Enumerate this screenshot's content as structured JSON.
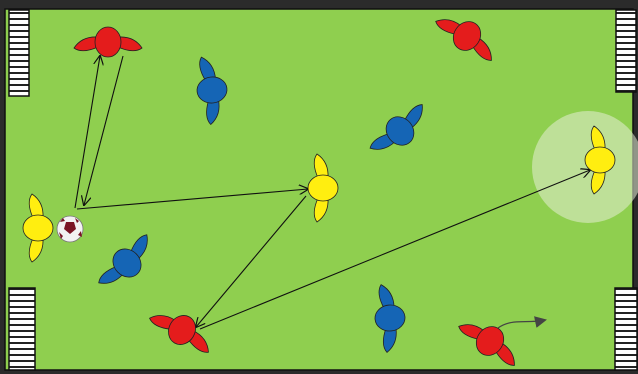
{
  "scene": {
    "field_color": "#8fcf4f",
    "frame_color": "#2b2b2b",
    "line_color": "#101010",
    "highlight_color": "#e6efd6"
  },
  "teams": {
    "red": {
      "color": "#e41c1c"
    },
    "yellow": {
      "color": "#ffee10"
    },
    "blue": {
      "color": "#1565b5"
    }
  },
  "players": [
    {
      "team": "red",
      "name": "player-red-top-left"
    },
    {
      "team": "red",
      "name": "player-red-top-right"
    },
    {
      "team": "red",
      "name": "player-red-bottom-left"
    },
    {
      "team": "red",
      "name": "player-red-bottom-right"
    },
    {
      "team": "yellow",
      "name": "player-yellow-left"
    },
    {
      "team": "yellow",
      "name": "player-yellow-center"
    },
    {
      "team": "yellow",
      "name": "player-yellow-right-highlighted"
    },
    {
      "team": "blue",
      "name": "player-blue-top-left"
    },
    {
      "team": "blue",
      "name": "player-blue-top-center"
    },
    {
      "team": "blue",
      "name": "player-blue-left"
    },
    {
      "team": "blue",
      "name": "player-blue-bottom"
    }
  ],
  "ball": {
    "icon": "soccer-ball-icon"
  },
  "goals": [
    "goal-top-left",
    "goal-bottom-left",
    "goal-top-right",
    "goal-bottom-right"
  ],
  "annotations": {
    "pass_arrows": 5,
    "movement_arrow": "dribble-arrow-icon"
  }
}
